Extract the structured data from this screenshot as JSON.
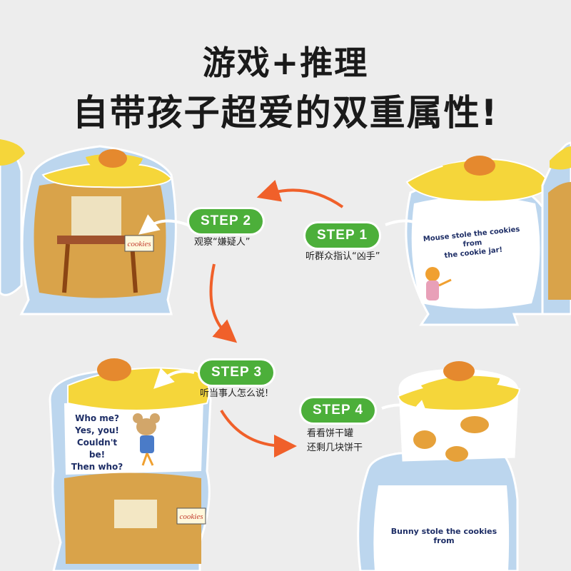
{
  "headline": {
    "line1": "游戏+推理",
    "line2": "自带孩子超爱的双重属性!"
  },
  "steps": [
    {
      "label": "STEP 1",
      "caption": "听群众指认“凶手”"
    },
    {
      "label": "STEP 2",
      "caption": "观察“嫌疑人”"
    },
    {
      "label": "STEP 3",
      "caption": "听当事人怎么说!"
    },
    {
      "label": "STEP 4",
      "caption_line1": "看看饼干罐",
      "caption_line2": "还剩几块饼干"
    }
  ],
  "book_pages": {
    "step1_text_line1": "Mouse stole the cookies from",
    "step1_text_line2": "the cookie jar!",
    "step3_text": [
      "Who me?",
      "Yes, you!",
      "Couldn't be!",
      "Then who?"
    ],
    "step4_text": "Bunny stole the cookies from",
    "cookies_label": "cookies"
  },
  "colors": {
    "background": "#ededed",
    "step_pill": "#4caf3a",
    "arrow": "#f0602a",
    "jar_lid": "#f5d63a",
    "jar_body": "#bcd6ee"
  }
}
